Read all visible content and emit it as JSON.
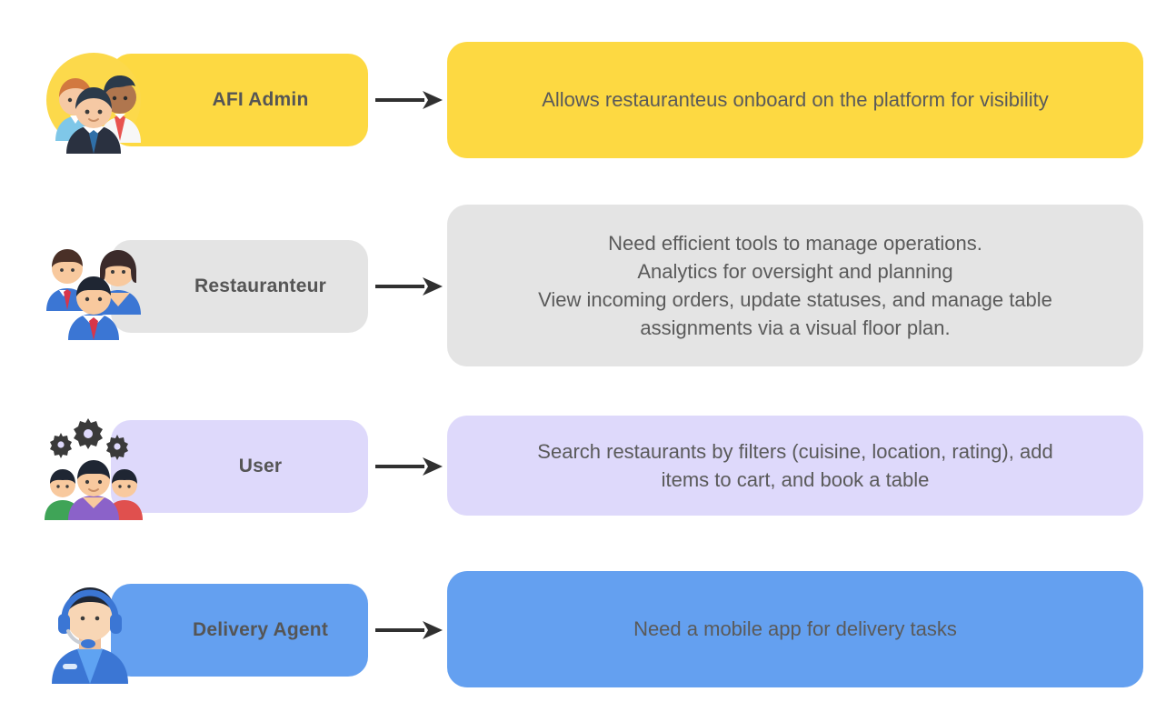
{
  "diagram": {
    "title": "Persona needs overview",
    "type": "persona-requirements-flow",
    "colors": {
      "yellow": "#FDD942",
      "gray": "#E4E4E4",
      "purple": "#DED9FB",
      "blue": "#64A0F0",
      "label_text": "#555555",
      "desc_text": "#5A5A5A",
      "arrow": "#303030",
      "background": "#FFFFFF"
    },
    "rows": [
      {
        "id": "afi-admin",
        "label": "AFI Admin",
        "description": "Allows restauranteus onboard on the platform for visibility",
        "color": "#FDD942",
        "color_name": "yellow",
        "icon": "admin-team-icon",
        "arrow": "arrow-right-icon"
      },
      {
        "id": "restauranteur",
        "label": "Restauranteur",
        "description": "Need efficient tools to manage operations.\nAnalytics for oversight and planning\nView incoming orders, update statuses, and manage table\nassignments via a visual floor plan.",
        "color": "#E4E4E4",
        "color_name": "gray",
        "icon": "business-team-icon",
        "arrow": "arrow-right-icon"
      },
      {
        "id": "user",
        "label": "User",
        "description": "Search restaurants by filters (cuisine, location, rating), add\nitems to cart, and book a table",
        "color": "#DED9FB",
        "color_name": "purple",
        "icon": "users-gears-icon",
        "arrow": "arrow-right-icon"
      },
      {
        "id": "delivery-agent",
        "label": "Delivery Agent",
        "description": "Need a mobile app for delivery tasks",
        "color": "#64A0F0",
        "color_name": "blue",
        "icon": "support-headset-agent-icon",
        "arrow": "arrow-right-icon"
      }
    ]
  }
}
